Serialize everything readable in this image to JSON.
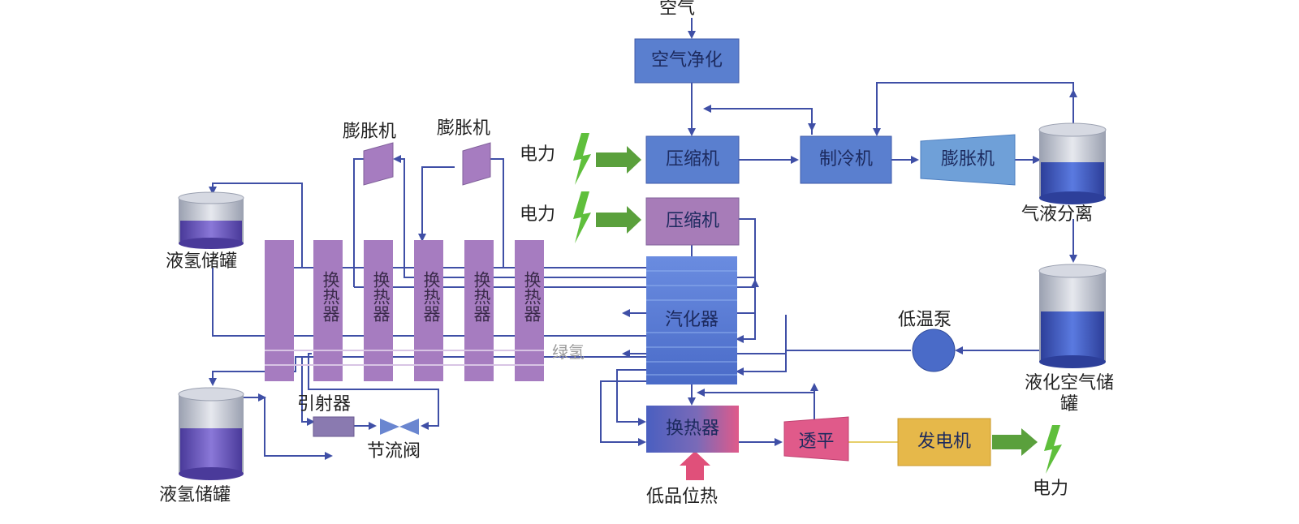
{
  "labels": {
    "air_in": "空气",
    "air_purify": "空气净化",
    "power_top": "电力",
    "power_mid": "电力",
    "power_out": "电力",
    "compressor_top": "压缩机",
    "compressor_mid": "压缩机",
    "refrigerator": "制冷机",
    "expander_right": "膨胀机",
    "gas_liquid_sep": "气液分离",
    "vaporizer": "汽化器",
    "heat_exchanger_bottom": "换热器",
    "turbine": "透平",
    "generator": "发电机",
    "low_grade_heat": "低品位热",
    "cryo_pump": "低温泵",
    "liquid_air_tank": "液化空气储罐",
    "lh2_tank_top": "液氢储罐",
    "lh2_tank_bottom": "液氢储罐",
    "expander_left_1": "膨胀机",
    "expander_left_2": "膨胀机",
    "ejector": "引射器",
    "throttle_valve": "节流阀",
    "green_hydrogen": "绿氢",
    "hx_column_1": "换热器",
    "hx_column_2": "换热器",
    "hx_column_3": "换热器",
    "hx_column_4": "换热器",
    "hx_column_5": "换热器"
  },
  "colors": {
    "flow_line": "#3f4fa6",
    "power_arrow": "#5aa03c",
    "lightning": "#5fbf3c",
    "heat_arrow": "#e0507a",
    "blue_box": "#5a7fcf",
    "purple_box": "#a77cb8",
    "heat_exchanger_column": "#a67cc0",
    "tank_liquid": "#3e5cc8",
    "generator": "#e6b84a",
    "turbine": "#e05a8a"
  }
}
